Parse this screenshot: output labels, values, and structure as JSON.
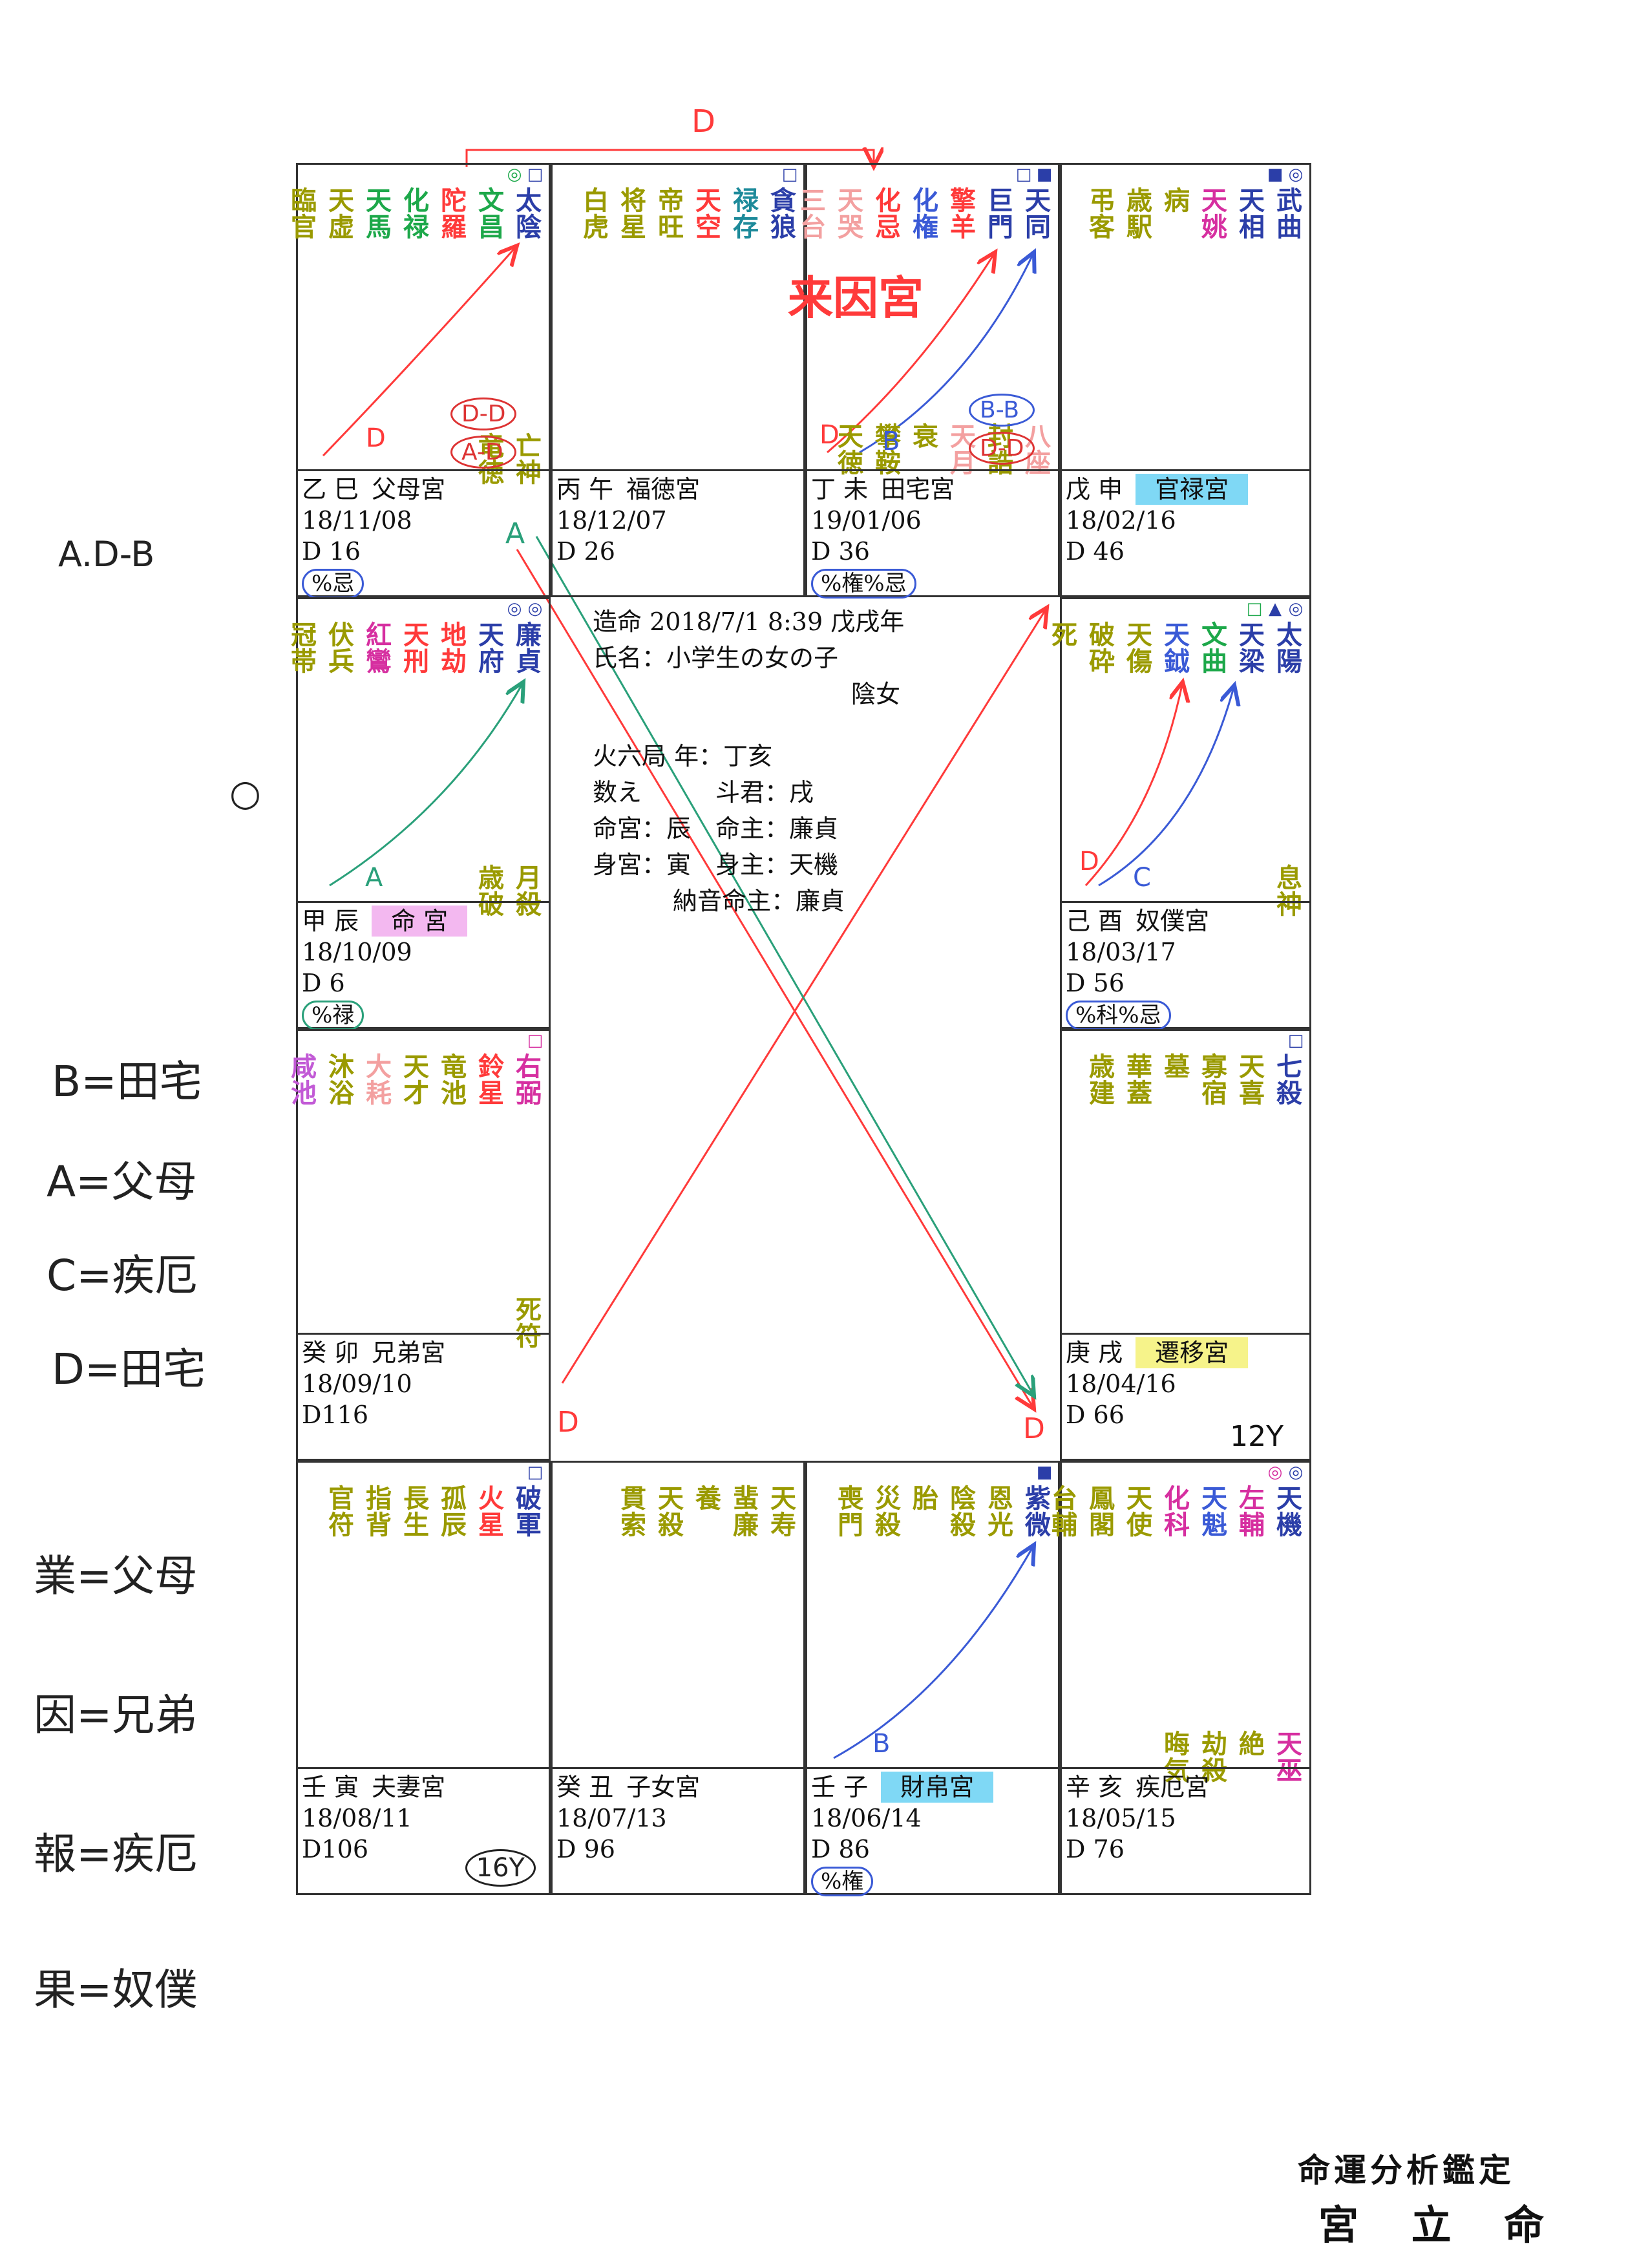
{
  "chart": {
    "center": {
      "line1": "造命 2018/7/1 8:39 戊戌年",
      "line2": "氏名：小学生の女の子",
      "gender": "陰女",
      "line4": "火六局 年：丁亥",
      "line5": "数え　　　斗君：戌",
      "line6": "命宮：辰　命主：廉貞",
      "line7": "身宮：寅　身主：天機",
      "line8": "納音命主：廉貞"
    },
    "palaces": {
      "si": {
        "stars": [
          {
            "t": "太陰",
            "c": "#2b3ea8"
          },
          {
            "t": "文昌",
            "c": "#1da84a"
          },
          {
            "t": "陀羅",
            "c": "#ff3a3a"
          },
          {
            "t": "化禄",
            "c": "#1da84a"
          },
          {
            "t": "天馬",
            "c": "#1da84a"
          },
          {
            "t": "天虚",
            "c": "#9a9a00"
          },
          {
            "t": "臨官",
            "c": "#9a9a00"
          }
        ],
        "bottom_stars": [
          {
            "t": "亡神",
            "c": "#9a9a00"
          },
          {
            "t": "竜徳",
            "c": "#9a9a00"
          }
        ],
        "marks": [
          "□",
          "◎"
        ],
        "branch": "乙 巳",
        "name": "父母宮",
        "date": "18/11/08",
        "daxian": "D 16",
        "hua": "%忌",
        "labels": [
          "D-D",
          "A-D"
        ]
      },
      "wu": {
        "stars": [
          {
            "t": "貪狼",
            "c": "#2b3ea8"
          },
          {
            "t": "禄存",
            "c": "#1d8a9a"
          },
          {
            "t": "天空",
            "c": "#ff3a3a"
          },
          {
            "t": "帝旺",
            "c": "#9a9a00"
          },
          {
            "t": "将星",
            "c": "#9a9a00"
          },
          {
            "t": "白虎",
            "c": "#9a9a00"
          }
        ],
        "bottom_stars": [],
        "marks": [
          "□"
        ],
        "branch": "丙 午",
        "name": "福徳宮",
        "date": "18/12/07",
        "daxian": "D 26",
        "hua": ""
      },
      "wei": {
        "stars": [
          {
            "t": "天同",
            "c": "#2b3ea8"
          },
          {
            "t": "巨門",
            "c": "#2b3ea8"
          },
          {
            "t": "擎羊",
            "c": "#ff3a3a"
          },
          {
            "t": "化権",
            "c": "#3a5ad6"
          },
          {
            "t": "化忌",
            "c": "#ff3a3a"
          },
          {
            "t": "天哭",
            "c": "#f3a0a0"
          },
          {
            "t": "三台",
            "c": "#f3a0a0"
          }
        ],
        "bottom_stars": [
          {
            "t": "八座",
            "c": "#f3a0a0"
          },
          {
            "t": "封誥",
            "c": "#9a9a00"
          },
          {
            "t": "天月",
            "c": "#f3a0a0"
          },
          {
            "t": "衰",
            "c": "#9a9a00"
          },
          {
            "t": "攀鞍",
            "c": "#9a9a00"
          },
          {
            "t": "天徳",
            "c": "#9a9a00"
          }
        ],
        "marks": [
          "■",
          "□"
        ],
        "big": "来因宮",
        "branch": "丁 未",
        "name": "田宅宮",
        "date": "19/01/06",
        "daxian": "D 36",
        "hua": "%権%忌",
        "labels": [
          "B-B",
          "D-D"
        ]
      },
      "shen": {
        "stars": [
          {
            "t": "武曲",
            "c": "#2b3ea8"
          },
          {
            "t": "天相",
            "c": "#2b3ea8"
          },
          {
            "t": "天姚",
            "c": "#d62fa0"
          },
          {
            "t": "病",
            "c": "#9a9a00"
          },
          {
            "t": "歳駅",
            "c": "#9a9a00"
          },
          {
            "t": "弔客",
            "c": "#9a9a00"
          }
        ],
        "bottom_stars": [],
        "marks": [
          "◎",
          "■"
        ],
        "branch": "戊 申",
        "name": "官禄宮",
        "date": "18/02/16",
        "daxian": "D 46",
        "hua": ""
      },
      "chen": {
        "stars": [
          {
            "t": "廉貞",
            "c": "#2b3ea8"
          },
          {
            "t": "天府",
            "c": "#2b3ea8"
          },
          {
            "t": "地劫",
            "c": "#ff3a3a"
          },
          {
            "t": "天刑",
            "c": "#ff3a3a"
          },
          {
            "t": "紅鸞",
            "c": "#d62fa0"
          },
          {
            "t": "伏兵",
            "c": "#9a9a00"
          },
          {
            "t": "冠帯",
            "c": "#9a9a00"
          }
        ],
        "bottom_stars": [
          {
            "t": "月殺",
            "c": "#9a9a00"
          },
          {
            "t": "歳破",
            "c": "#9a9a00"
          }
        ],
        "marks": [
          "◎",
          "◎"
        ],
        "branch": "甲 辰",
        "name": "命 宮",
        "date": "18/10/09",
        "daxian": "D 6",
        "hua": "%禄"
      },
      "you": {
        "stars": [
          {
            "t": "太陽",
            "c": "#2b3ea8"
          },
          {
            "t": "天梁",
            "c": "#2b3ea8"
          },
          {
            "t": "文曲",
            "c": "#1da84a"
          },
          {
            "t": "天鉞",
            "c": "#3a5ad6"
          },
          {
            "t": "天傷",
            "c": "#9a9a00"
          },
          {
            "t": "破砕",
            "c": "#9a9a00"
          },
          {
            "t": "死",
            "c": "#9a9a00"
          }
        ],
        "bottom_stars": [
          {
            "t": "息神",
            "c": "#9a9a00"
          }
        ],
        "marks": [
          "◎",
          "▲",
          "□"
        ],
        "branch": "己 酉",
        "name": "奴僕宮",
        "date": "18/03/17",
        "daxian": "D 56",
        "hua": "%科%忌"
      },
      "mao": {
        "stars": [
          {
            "t": "右弼",
            "c": "#d62fa0"
          },
          {
            "t": "鈴星",
            "c": "#ff3a3a"
          },
          {
            "t": "竜池",
            "c": "#9a9a00"
          },
          {
            "t": "天才",
            "c": "#9a9a00"
          },
          {
            "t": "大耗",
            "c": "#f3a0a0"
          },
          {
            "t": "沐浴",
            "c": "#9a9a00"
          },
          {
            "t": "咸池",
            "c": "#c25ad6"
          }
        ],
        "bottom_stars": [
          {
            "t": "死符",
            "c": "#9a9a00"
          }
        ],
        "marks": [
          "□"
        ],
        "branch": "癸 卯",
        "name": "兄弟宮",
        "date": "18/09/10",
        "daxian": "D116",
        "hua": ""
      },
      "xu": {
        "stars": [
          {
            "t": "七殺",
            "c": "#2b3ea8"
          },
          {
            "t": "天喜",
            "c": "#9a9a00"
          },
          {
            "t": "寡宿",
            "c": "#9a9a00"
          },
          {
            "t": "墓",
            "c": "#9a9a00"
          },
          {
            "t": "華蓋",
            "c": "#9a9a00"
          },
          {
            "t": "歳建",
            "c": "#9a9a00"
          }
        ],
        "bottom_stars": [],
        "marks": [
          "□"
        ],
        "branch": "庚 戌",
        "name": "遷移宮",
        "date": "18/04/16",
        "daxian": "D 66",
        "hua": "",
        "note": "12Y"
      },
      "yin": {
        "stars": [
          {
            "t": "破軍",
            "c": "#2b3ea8"
          },
          {
            "t": "火星",
            "c": "#ff3a3a"
          },
          {
            "t": "孤辰",
            "c": "#9a9a00"
          },
          {
            "t": "長生",
            "c": "#9a9a00"
          },
          {
            "t": "指背",
            "c": "#9a9a00"
          },
          {
            "t": "官符",
            "c": "#9a9a00"
          }
        ],
        "bottom_stars": [],
        "marks": [
          "□"
        ],
        "branch": "壬 寅",
        "name": "夫妻宮",
        "date": "18/08/11",
        "daxian": "D106",
        "hua": "",
        "note": "16Y"
      },
      "chou": {
        "stars": [
          {
            "t": "天寿",
            "c": "#9a9a00"
          },
          {
            "t": "蜚廉",
            "c": "#9a9a00"
          },
          {
            "t": "養",
            "c": "#9a9a00"
          },
          {
            "t": "天殺",
            "c": "#9a9a00"
          },
          {
            "t": "貫索",
            "c": "#9a9a00"
          }
        ],
        "bottom_stars": [],
        "marks": [],
        "branch": "癸 丑",
        "name": "子女宮",
        "date": "18/07/13",
        "daxian": "D 96",
        "hua": ""
      },
      "zi": {
        "stars": [
          {
            "t": "紫微",
            "c": "#2b3ea8"
          },
          {
            "t": "恩光",
            "c": "#9a9a00"
          },
          {
            "t": "陰殺",
            "c": "#9a9a00"
          },
          {
            "t": "胎",
            "c": "#9a9a00"
          },
          {
            "t": "災殺",
            "c": "#9a9a00"
          },
          {
            "t": "喪門",
            "c": "#9a9a00"
          }
        ],
        "bottom_stars": [],
        "marks": [
          "■"
        ],
        "branch": "壬 子",
        "name": "財帛宮",
        "date": "18/06/14",
        "daxian": "D 86",
        "hua": "%権"
      },
      "hai": {
        "stars": [
          {
            "t": "天機",
            "c": "#2b3ea8"
          },
          {
            "t": "左輔",
            "c": "#d62fa0"
          },
          {
            "t": "天魁",
            "c": "#3a5ad6"
          },
          {
            "t": "化科",
            "c": "#d62fa0"
          },
          {
            "t": "天使",
            "c": "#9a9a00"
          },
          {
            "t": "鳳閣",
            "c": "#9a9a00"
          },
          {
            "t": "台輔",
            "c": "#9a9a00"
          }
        ],
        "bottom_stars": [
          {
            "t": "天巫",
            "c": "#d62fa0"
          },
          {
            "t": "絶",
            "c": "#9a9a00"
          },
          {
            "t": "劫殺",
            "c": "#9a9a00"
          },
          {
            "t": "晦気",
            "c": "#9a9a00"
          }
        ],
        "marks": [
          "◎",
          "◎"
        ],
        "branch": "辛 亥",
        "name": "疾厄宮",
        "date": "18/05/15",
        "daxian": "D 76",
        "hua": ""
      }
    }
  },
  "annotations": {
    "top_left": "A.D-B",
    "circle_mark": "○",
    "legend": [
      "B=田宅",
      "A=父母",
      "C=疾厄",
      "D=田宅"
    ],
    "karma": [
      "業=父母",
      "因=兄弟",
      "報=疾厄",
      "果=奴僕"
    ],
    "arrow_letters": {
      "top": "D",
      "si": "D",
      "wei_d": "D",
      "wei_b": "B",
      "chen": "A",
      "you_d": "D",
      "you_c": "C",
      "cross_a": "A",
      "cross_d1": "D",
      "cross_d2": "D",
      "zi": "B"
    }
  },
  "footer": {
    "line1": "命運分析鑑定",
    "line2": "宮 立 命"
  }
}
